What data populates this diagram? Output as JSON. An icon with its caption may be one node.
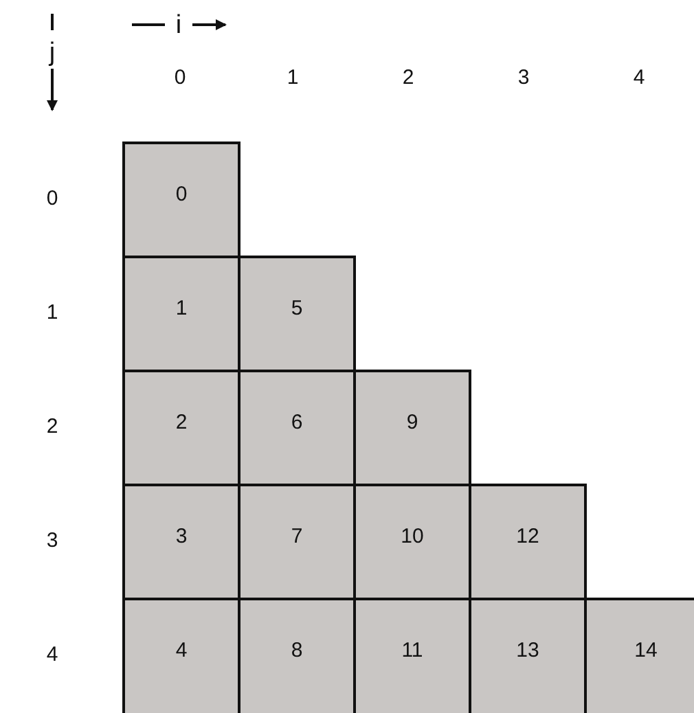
{
  "diagram": {
    "nodes": [
      {
        "text": [
          "0"
        ]
      },
      {
        "text": [
          "1"
        ]
      },
      {
        "text": [
          "5"
        ]
      },
      {
        "text": [
          "2"
        ]
      },
      {
        "text": [
          "6"
        ]
      },
      {
        "text": [
          "9"
        ]
      },
      {
        "text": [
          "3"
        ]
      },
      {
        "text": [
          "7"
        ]
      },
      {
        "text": [
          "10"
        ]
      },
      {
        "text": [
          "12"
        ]
      },
      {
        "text": [
          "4"
        ]
      },
      {
        "text": [
          "8"
        ]
      },
      {
        "text": [
          "11"
        ]
      },
      {
        "text": [
          "13"
        ]
      },
      {
        "text": [
          "14"
        ]
      }
    ],
    "labels": [
      "i",
      "j",
      "0",
      "1",
      "2",
      "3",
      "4",
      "0",
      "1",
      "2",
      "3",
      "4"
    ]
  }
}
